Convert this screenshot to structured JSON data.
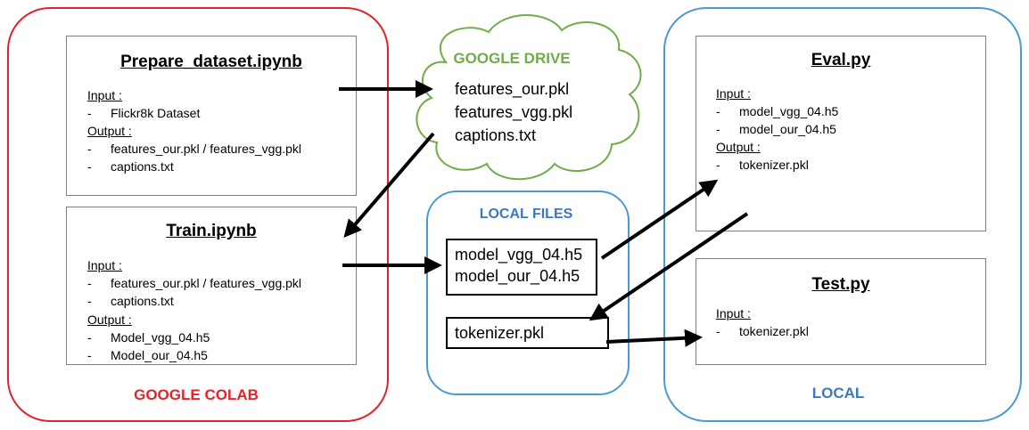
{
  "zones": {
    "colab": {
      "label": "GOOGLE COLAB",
      "color": "#e2232a"
    },
    "drive": {
      "label": "GOOGLE DRIVE",
      "color": "#70ad47",
      "files": [
        "features_our.pkl",
        "features_vgg.pkl",
        "captions.txt"
      ]
    },
    "local_files": {
      "label": "LOCAL FILES",
      "color": "#3e78b9",
      "models": [
        "model_vgg_04.h5",
        "model_our_04.h5"
      ],
      "tokenizer": "tokenizer.pkl"
    },
    "local": {
      "label": "LOCAL",
      "color": "#3e78b9"
    }
  },
  "notebooks": {
    "prepare": {
      "title": "Prepare_dataset.ipynb",
      "input_label": "Input :",
      "inputs": [
        "Flickr8k Dataset"
      ],
      "output_label": "Output :",
      "outputs": [
        "features_our.pkl / features_vgg.pkl",
        "captions.txt"
      ]
    },
    "train": {
      "title": "Train.ipynb",
      "input_label": "Input :",
      "inputs": [
        "features_our.pkl / features_vgg.pkl",
        "captions.txt"
      ],
      "output_label": "Output :",
      "outputs": [
        "Model_vgg_04.h5",
        "Model_our_04.h5"
      ]
    }
  },
  "scripts": {
    "eval": {
      "title": "Eval.py",
      "input_label": "Input :",
      "inputs": [
        "model_vgg_04.h5",
        "model_our_04.h5"
      ],
      "output_label": "Output :",
      "outputs": [
        "tokenizer.pkl"
      ]
    },
    "test": {
      "title": "Test.py",
      "input_label": "Input :",
      "inputs": [
        "tokenizer.pkl"
      ]
    }
  },
  "bullet": "-"
}
